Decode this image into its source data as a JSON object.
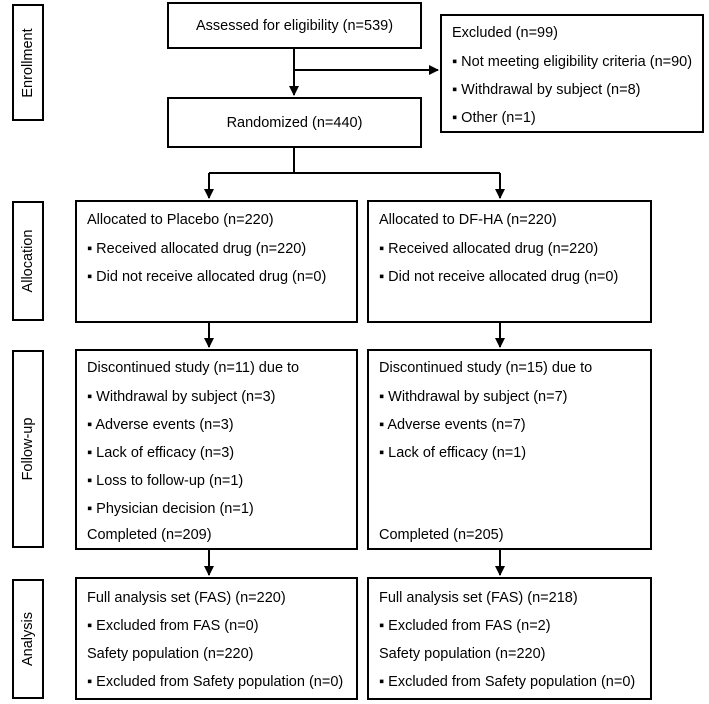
{
  "stages": {
    "enrollment": "Enrollment",
    "allocation": "Allocation",
    "followup": "Follow-up",
    "analysis": "Analysis"
  },
  "assessed": "Assessed for eligibility (n=539)",
  "excluded": {
    "title": "Excluded (n=99)",
    "items": [
      "▪ Not meeting eligibility criteria (n=90)",
      "▪ Withdrawal by subject (n=8)",
      "▪ Other (n=1)"
    ]
  },
  "randomized": "Randomized (n=440)",
  "placebo": {
    "allocation": {
      "title": "Allocated to Placebo (n=220)",
      "items": [
        "▪ Received allocated drug (n=220)",
        "▪ Did not receive allocated drug (n=0)"
      ]
    },
    "followup": {
      "title": "Discontinued study (n=11) due to",
      "items": [
        "▪ Withdrawal by subject (n=3)",
        "▪ Adverse events (n=3)",
        "▪ Lack of efficacy (n=3)",
        "▪ Loss to follow-up (n=1)",
        "▪ Physician decision (n=1)"
      ],
      "completed": "Completed (n=209)"
    },
    "analysis": {
      "fas": "Full analysis set (FAS) (n=220)",
      "fas_excluded": "▪ Excluded from FAS (n=0)",
      "safety": "Safety population (n=220)",
      "safety_excluded": "▪ Excluded from Safety population (n=0)"
    }
  },
  "dfha": {
    "allocation": {
      "title": "Allocated to DF-HA (n=220)",
      "items": [
        "▪ Received allocated drug (n=220)",
        "▪ Did not receive allocated drug (n=0)"
      ]
    },
    "followup": {
      "title": "Discontinued study (n=15) due to",
      "items": [
        "▪ Withdrawal by subject (n=7)",
        "▪ Adverse events (n=7)",
        "▪ Lack of efficacy (n=1)"
      ],
      "completed": "Completed (n=205)"
    },
    "analysis": {
      "fas": "Full analysis set (FAS) (n=218)",
      "fas_excluded": "▪ Excluded from FAS (n=2)",
      "safety": "Safety population (n=220)",
      "safety_excluded": "▪ Excluded from Safety population (n=0)"
    }
  }
}
